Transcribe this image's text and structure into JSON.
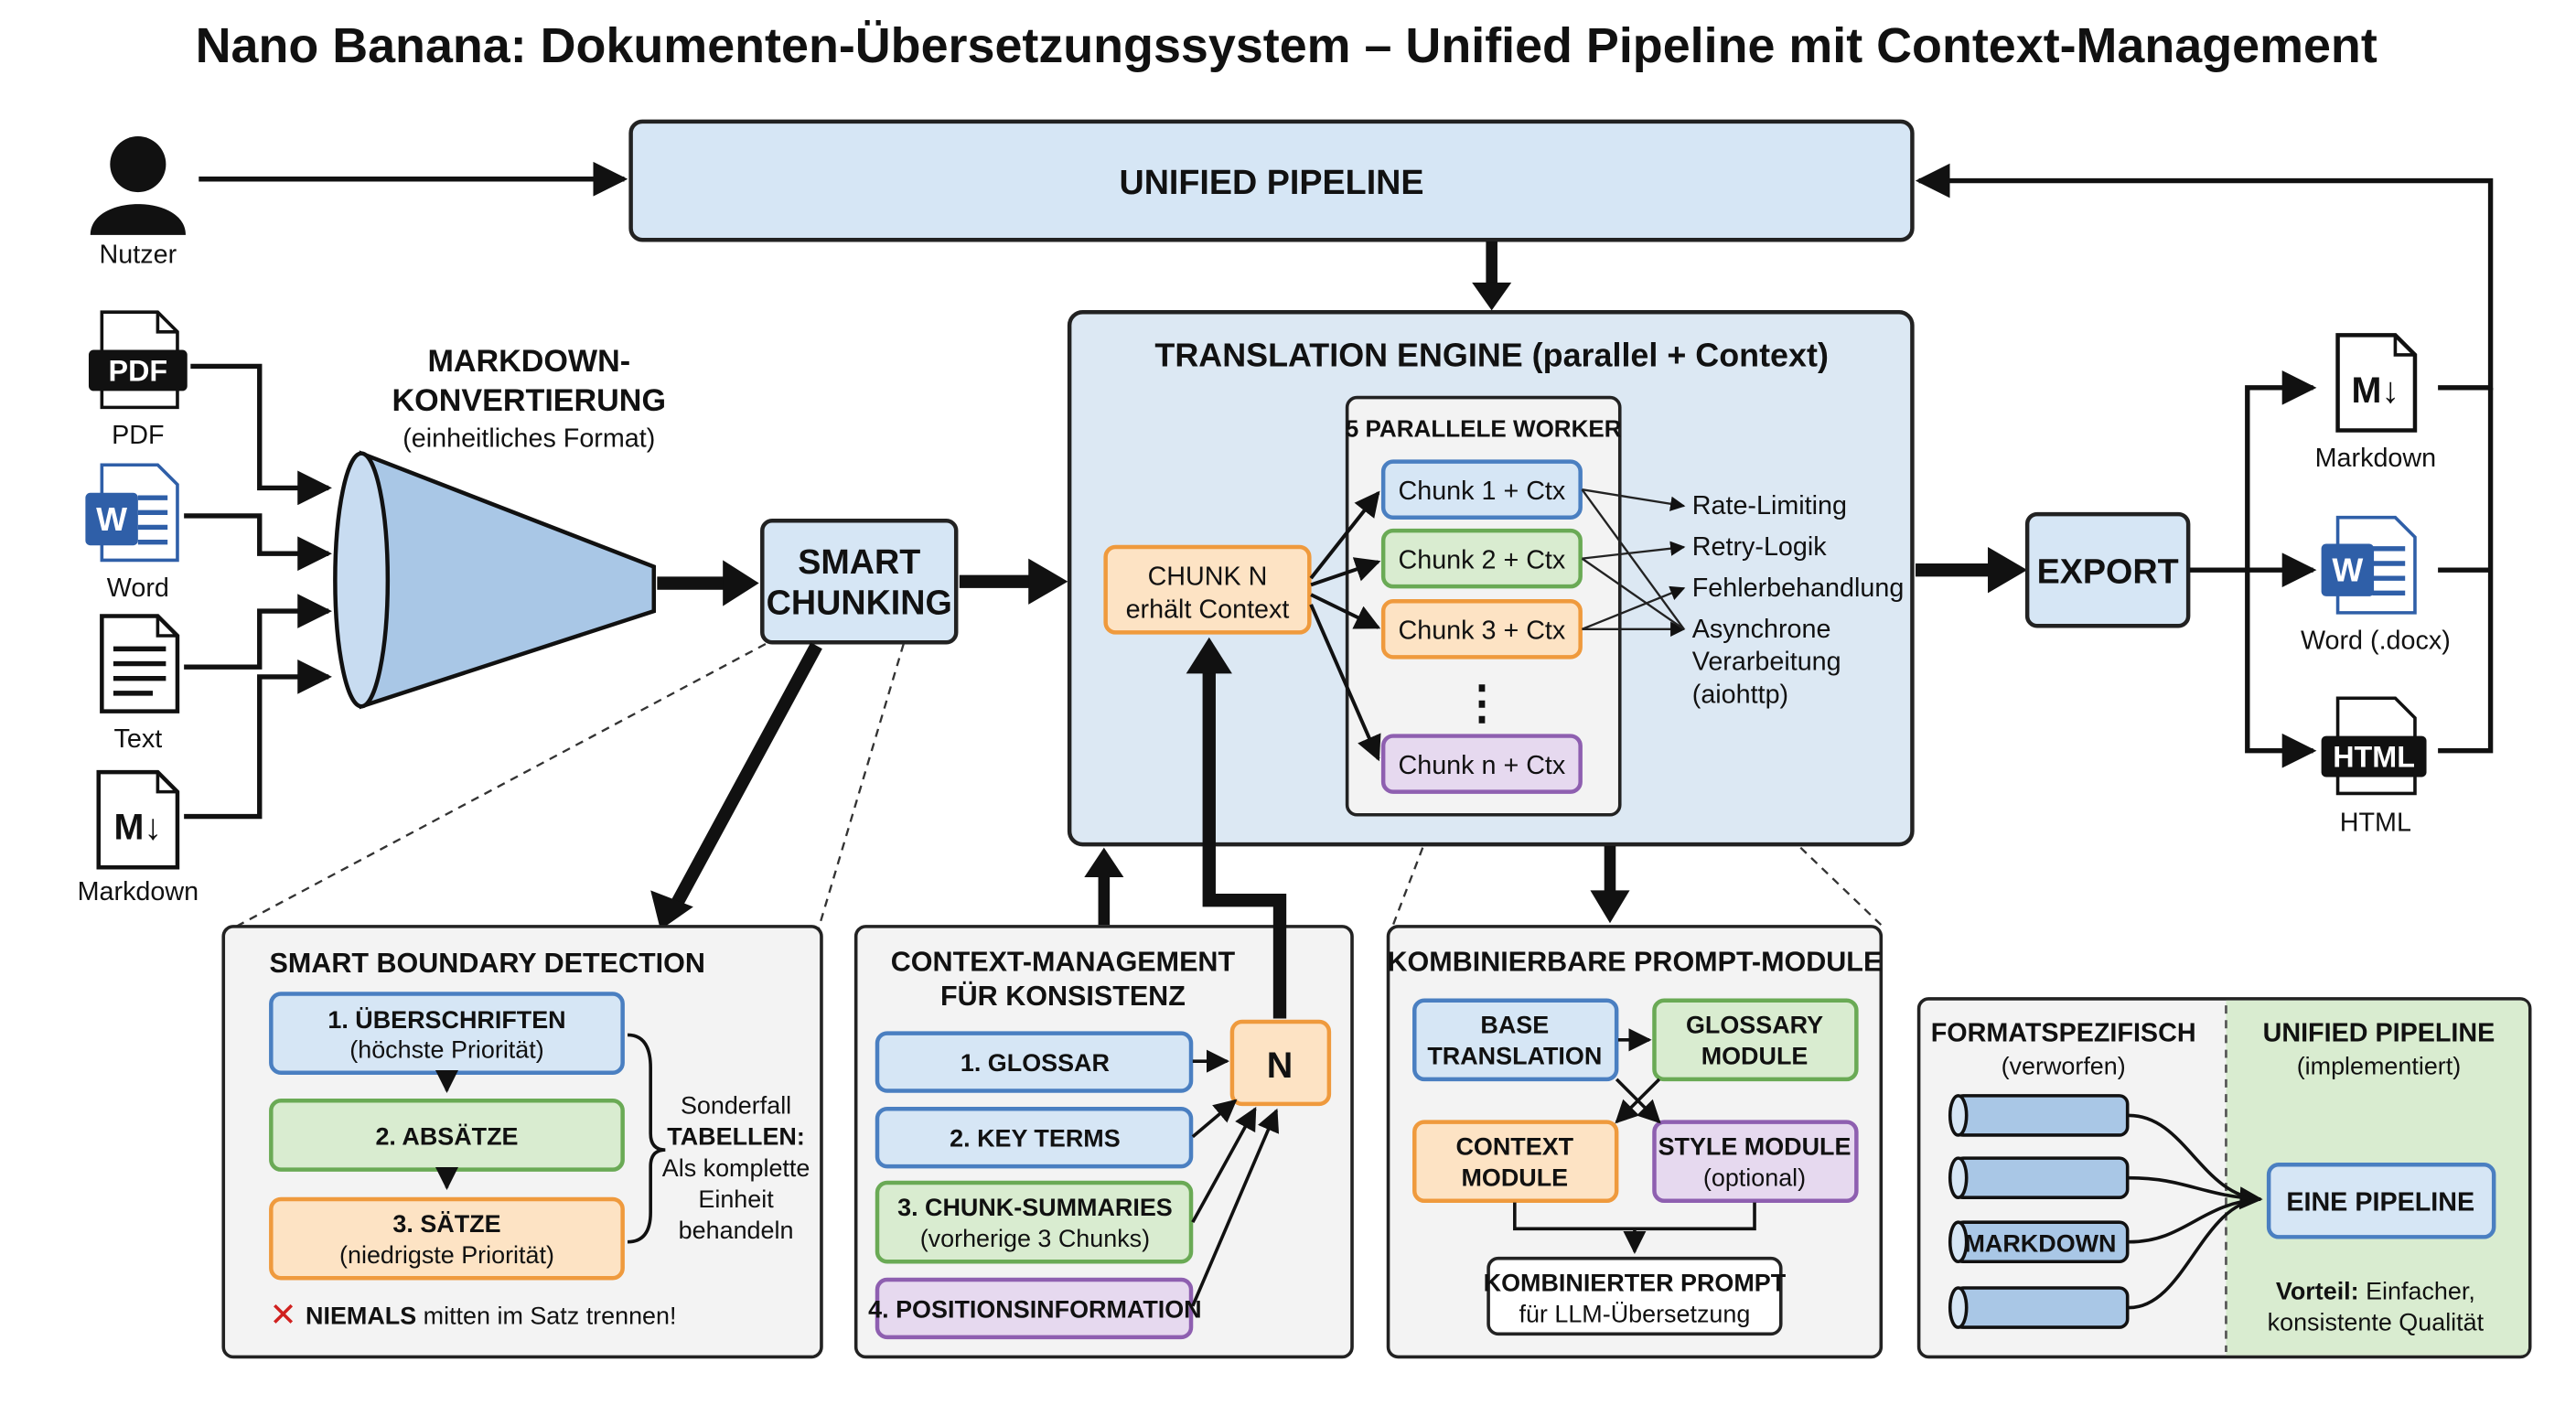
{
  "title": "Nano Banana: Dokumenten-Übersetzungssystem – Unified Pipeline mit Context-Management",
  "user_label": "Nutzer",
  "inputs": {
    "pdf_badge": "PDF",
    "pdf": "PDF",
    "word": "Word",
    "text": "Text",
    "markdown": "Markdown"
  },
  "conversion": {
    "title_line1": "MARKDOWN-",
    "title_line2": "KONVERTIERUNG",
    "subtitle": "(einheitliches Format)"
  },
  "unified_pipeline": "UNIFIED PIPELINE",
  "smart_chunking": {
    "line1": "SMART",
    "line2": "CHUNKING"
  },
  "engine": {
    "title": "TRANSLATION ENGINE (parallel + Context)",
    "chunk_n_line1": "CHUNK N",
    "chunk_n_line2": "erhält Context",
    "workers_title": "5 PARALLELE WORKER",
    "chunks": [
      "Chunk 1 + Ctx",
      "Chunk 2 + Ctx",
      "Chunk 3 + Ctx",
      "Chunk n + Ctx"
    ],
    "dots": "⋮",
    "features": [
      "Rate-Limiting",
      "Retry-Logik",
      "Fehlerbehandlung",
      "Asynchrone",
      "Verarbeitung",
      "(aiohttp)"
    ]
  },
  "export": {
    "label": "EXPORT",
    "md_badge": "M↓",
    "md": "Markdown",
    "word_badge": "W",
    "word": "Word (.docx)",
    "html_badge": "HTML",
    "html": "HTML"
  },
  "boundary": {
    "title": "SMART BOUNDARY DETECTION",
    "p1_line1": "1. ÜBERSCHRIFTEN",
    "p1_line2": "(höchste Priorität)",
    "p2": "2. ABSÄTZE",
    "p3_line1": "3. SÄTZE",
    "p3_line2": "(niedrigste Priorität)",
    "special": [
      "Sonderfall",
      "TABELLEN:",
      "Als komplette",
      "Einheit",
      "behandeln"
    ],
    "never_mark": "✕",
    "never_bold": "NIEMALS",
    "never_rest": " mitten im Satz trennen!"
  },
  "context": {
    "title_line1": "CONTEXT-MANAGEMENT",
    "title_line2": "FÜR KONSISTENZ",
    "items": [
      "1. GLOSSAR",
      "2. KEY TERMS"
    ],
    "summaries_line1": "3. CHUNK-SUMMARIES",
    "summaries_line2": "(vorherige 3 Chunks)",
    "position": "4. POSITIONSINFORMATION",
    "n": "N"
  },
  "prompt": {
    "title": "KOMBINIERBARE PROMPT-MODULE",
    "base_line1": "BASE",
    "base_line2": "TRANSLATION",
    "glossary_line1": "GLOSSARY",
    "glossary_line2": "MODULE",
    "context_line1": "CONTEXT",
    "context_line2": "MODULE",
    "style_line1": "STYLE MODULE",
    "style_line2": "(optional)",
    "combined_line1": "KOMBINIERTER PROMPT",
    "combined_line2": "für LLM-Übersetzung"
  },
  "format": {
    "left_title": "FORMATSPEZIFISCH",
    "left_sub": "(verworfen)",
    "right_title": "UNIFIED PIPELINE",
    "right_sub": "(implementiert)",
    "markdown_pipe": "MARKDOWN",
    "one_pipeline": "EINE PIPELINE",
    "advantage_bold": "Vorteil:",
    "advantage_rest": " Einfacher,",
    "advantage_line2": "konsistente Qualität"
  },
  "colors": {
    "blue_fill": "#d6e6f5",
    "blue_stroke": "#4a7fc1",
    "green_fill": "#d9ecd0",
    "green_stroke": "#6aaa55",
    "orange_fill": "#fde3c4",
    "orange_stroke": "#ef9a3d",
    "purple_fill": "#e6d9ef",
    "purple_stroke": "#8e5fb0",
    "panel_fill": "#f3f3f3",
    "engine_fill": "#dce8f3",
    "red": "#d0211f"
  }
}
